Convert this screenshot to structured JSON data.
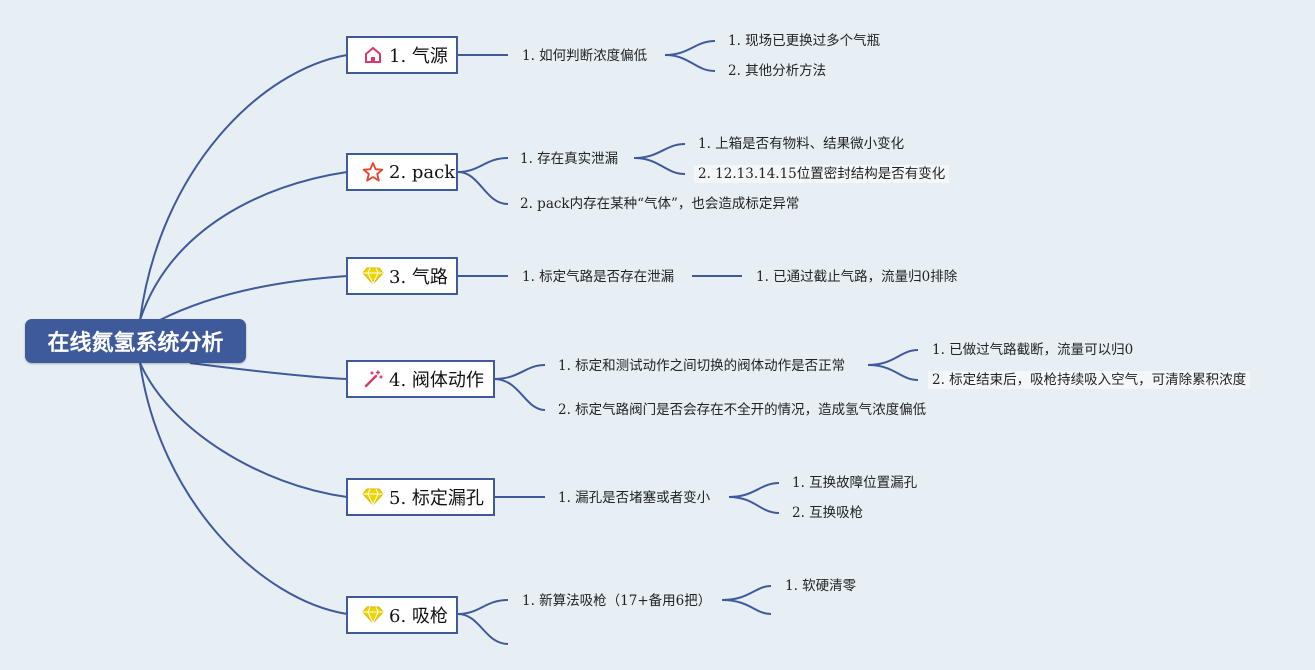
{
  "root": {
    "title": "在线氮氢系统分析"
  },
  "colors": {
    "line": "#3e5a9a",
    "root_bg": "#3e5a9a",
    "background": "#e7eff5",
    "house_icon": "#d93a63",
    "star_icon": "#e2452e",
    "gem_icon": "#f0d400",
    "wand_icon": "#d93a63"
  },
  "topics": [
    {
      "label": "1. 气源",
      "icon": "house-icon"
    },
    {
      "label": "2. pack",
      "icon": "star-icon"
    },
    {
      "label": "3. 气路",
      "icon": "gem-icon"
    },
    {
      "label": "4. 阀体动作",
      "icon": "magic-wand-icon"
    },
    {
      "label": "5. 标定漏孔",
      "icon": "gem-icon"
    },
    {
      "label": "6. 吸枪",
      "icon": "gem-icon"
    }
  ],
  "t1": {
    "s1": "1. 如何判断浓度偏低",
    "s1a": "1. 现场已更换过多个气瓶",
    "s1b": "2. 其他分析方法"
  },
  "t2": {
    "s1": "1. 存在真实泄漏",
    "s1a": "1. 上箱是否有物料、结果微小变化",
    "s1b": "2. 12.13.14.15位置密封结构是否有变化",
    "s2": "2. pack内存在某种“气体”，也会造成标定异常"
  },
  "t3": {
    "s1": "1. 标定气路是否存在泄漏",
    "s1a": "1. 已通过截止气路，流量归0排除"
  },
  "t4": {
    "s1": "1. 标定和测试动作之间切换的阀体动作是否正常",
    "s1a": "1. 已做过气路截断，流量可以归0",
    "s1b": "2. 标定结束后，吸枪持续吸入空气，可清除累积浓度",
    "s2": "2. 标定气路阀门是否会存在不全开的情况，造成氢气浓度偏低"
  },
  "t5": {
    "s1": "1. 漏孔是否堵塞或者变小",
    "s1a": "1. 互换故障位置漏孔",
    "s1b": "2. 互换吸枪"
  },
  "t6": {
    "s1": "1. 新算法吸枪（17+备用6把）",
    "s1a": "1. 软硬清零"
  }
}
